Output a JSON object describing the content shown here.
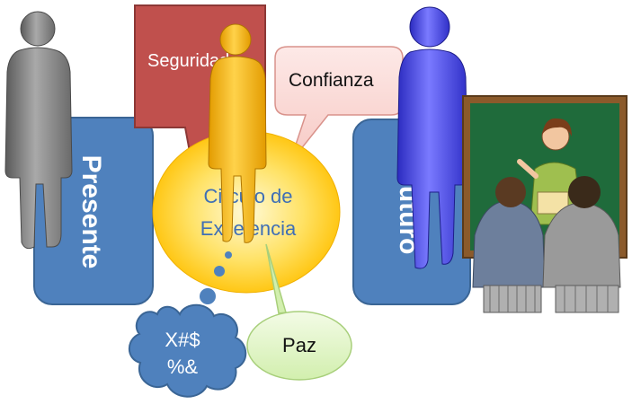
{
  "labels": {
    "presente": "Presente",
    "futuro": "Futuro",
    "seguridad": "Seguridad",
    "confianza": "Confianza",
    "circulo_line1": "Circulo de",
    "circulo_line2": "Excelencia",
    "paz": "Paz",
    "cloud_line1": "X#$",
    "cloud_line2": "%&"
  },
  "colors": {
    "box_blue": "#4f81bd",
    "box_blue_border": "#3a6595",
    "seguridad_red": "#c0504d",
    "confianza_pink": "#fadbd8",
    "circle_yellow": "#ffc000",
    "circle_light": "#fff2b0",
    "paz_green": "#e2f5c8",
    "cloud_blue": "#4f81bd",
    "person_gray": "#808080",
    "person_yellow": "#ffc000",
    "person_blue": "#4a4ae8",
    "board_green": "#1f6b3b",
    "board_frame": "#8b5a2b"
  },
  "icons": {
    "gray_person": "person-gray-icon",
    "yellow_person": "person-yellow-icon",
    "blue_person": "person-blue-icon",
    "classroom": "classroom-clipart"
  }
}
